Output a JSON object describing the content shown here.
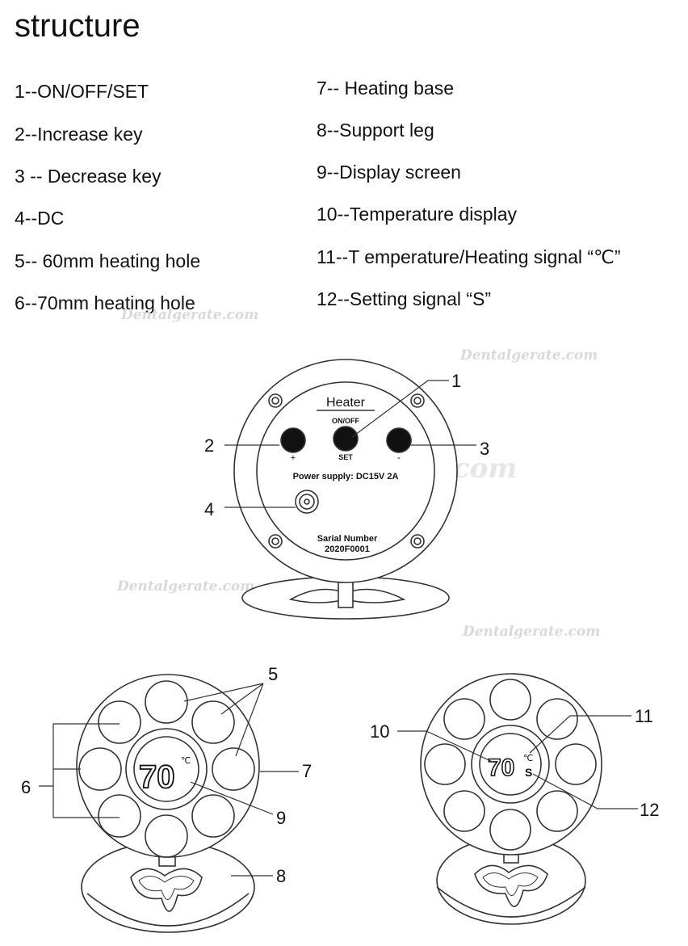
{
  "title": "structure",
  "legend_left": [
    "1--ON/OFF/SET",
    "2--Increase key",
    "3 -- Decrease key",
    "4--DC",
    "5-- 60mm heating hole",
    "6--70mm heating hole"
  ],
  "legend_right": [
    "7-- Heating base",
    "8--Support leg",
    "9--Display screen",
    "10--Temperature display",
    "11--T emperature/Heating signal “℃”",
    "12--Setting signal “S”"
  ],
  "back_panel": {
    "device_name": "Heater",
    "onoff_label": "ON/OFF",
    "set_label": "SET",
    "plus_label": "+",
    "minus_label": "-",
    "power_text": "Power supply: DC15V  2A",
    "serial_label": "Sarial Number",
    "serial_value": "2020F0001"
  },
  "front_display": {
    "temperature": "70",
    "unit": "℃",
    "set_signal": "S"
  },
  "callouts": {
    "c1": "1",
    "c2": "2",
    "c3": "3",
    "c4": "4",
    "c5": "5",
    "c6": "6",
    "c7": "7",
    "c8": "8",
    "c9": "9",
    "c10": "10",
    "c11": "11",
    "c12": "12"
  },
  "watermark": "Dentalgerate.com",
  "colors": {
    "stroke": "#333333",
    "watermark": "#d9d9d9"
  }
}
